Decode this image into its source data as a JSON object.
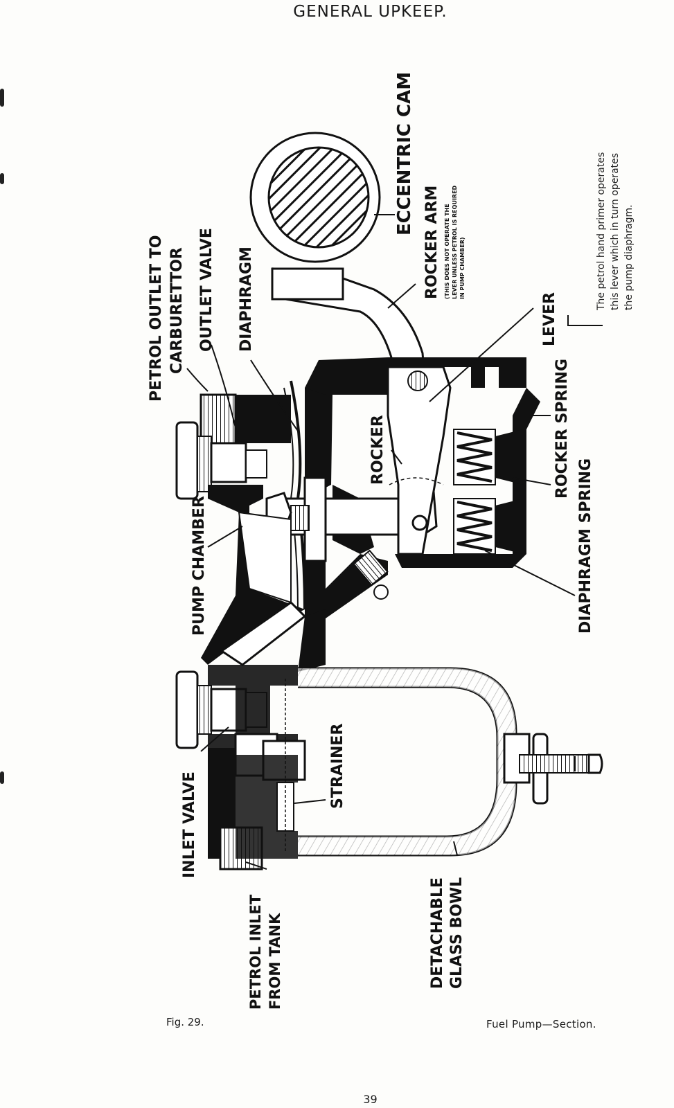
{
  "page": {
    "header": "GENERAL UPKEEP.",
    "figure_label": "Fig. 29.",
    "caption": "Fuel Pump—Section.",
    "page_number": "39"
  },
  "labels": {
    "petrol_outlet": [
      "PETROL OUTLET TO",
      "CARBURETTOR"
    ],
    "outlet_valve": "OUTLET VALVE",
    "diaphragm": "DIAPHRAGM",
    "eccentric_cam": "ECCENTRIC CAM",
    "rocker_arm": "ROCKER ARM",
    "rocker_arm_note": [
      "(THIS DOES NOT OPERATE THE",
      "LEVER UNLESS PETROL IS REQUIRED",
      "IN PUMP CHAMBER)"
    ],
    "lever": "LEVER",
    "rocker": "ROCKER",
    "rocker_spring": "ROCKER SPRING",
    "diaphragm_spring": "DIAPHRAGM SPRING",
    "pump_chamber": "PUMP CHAMBER",
    "inlet_valve": "INLET VALVE",
    "strainer": "STRAINER",
    "petrol_inlet": [
      "PETROL INLET",
      "FROM TANK"
    ],
    "glass_bowl": [
      "DETACHABLE",
      "GLASS BOWL"
    ],
    "primer_note": [
      "The petrol hand primer operates",
      "this lever which in turn operates",
      "the pump diaphragm."
    ]
  }
}
